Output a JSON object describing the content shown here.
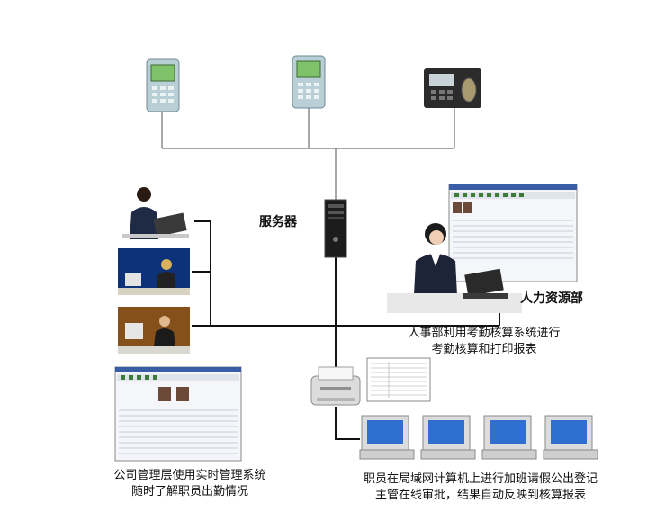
{
  "labels": {
    "server": "服务器",
    "hr_dept": "人力资源部",
    "hr_desc_line1": "人事部利用考勤核算系统进行",
    "hr_desc_line2": "考勤核算和打印报表",
    "mgmt_desc_line1": "公司管理层使用实时管理系统",
    "mgmt_desc_line2": "随时了解职员出勤情况",
    "staff_desc_line1": "职员在局域网计算机上进行加班请假公出登记",
    "staff_desc_line2": "主管在线审批，结果自动反映到核算报表"
  },
  "colors": {
    "line": "#8a8a8a",
    "dark_line": "#111111",
    "terminal_body": "#b9cfd6",
    "terminal_screen": "#7fc26a",
    "fingerprint_body": "#2b2b2b",
    "window_title": "#3a5da8",
    "monitor_screen": "#2f6fd0"
  },
  "icons": [
    "attendance-terminal-icon",
    "attendance-terminal-icon",
    "fingerprint-reader-icon",
    "server-tower-icon",
    "printer-icon",
    "manager-with-laptop-photo",
    "manager-at-desk-photo",
    "manager-at-computer-photo",
    "hr-staff-with-laptop-photo",
    "software-window-screenshot",
    "report-sheet-icon",
    "lan-workstation-icon"
  ]
}
